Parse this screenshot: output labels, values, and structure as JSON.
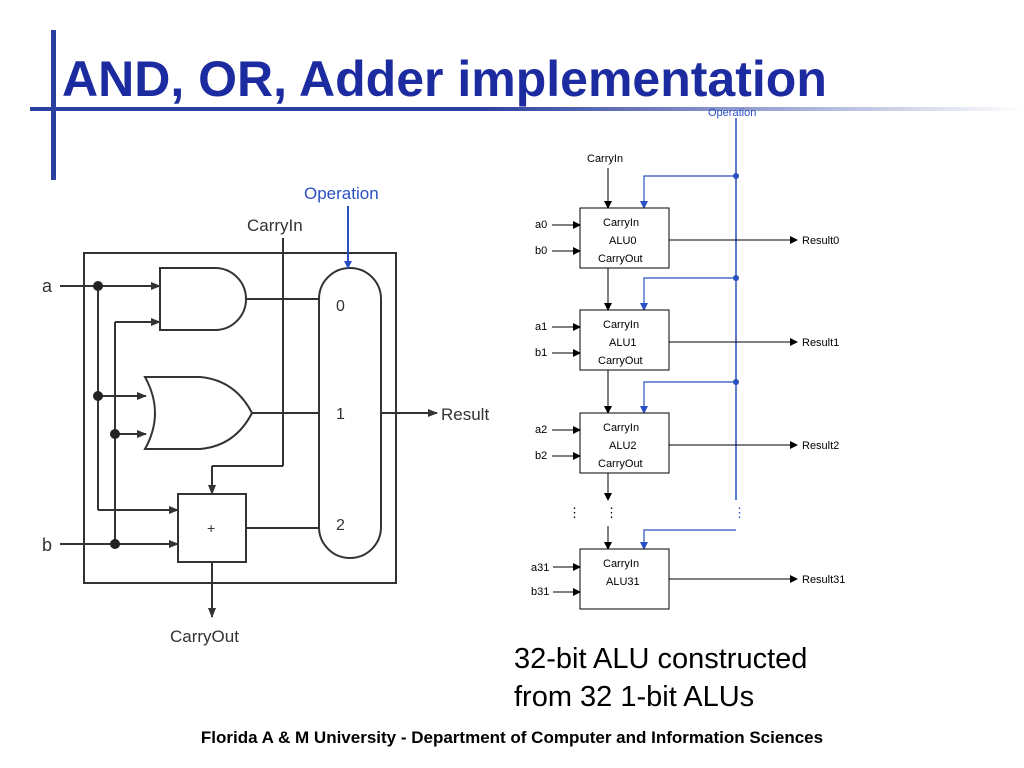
{
  "slide": {
    "title": "AND, OR, Adder implementation",
    "caption_line1": "32-bit ALU constructed",
    "caption_line2": "from 32 1-bit ALUs",
    "footer": "Florida A & M University - Department of Computer and Information Sciences"
  },
  "one_bit_alu": {
    "operation_label": "Operation",
    "carry_in_label": "CarryIn",
    "carry_out_label": "CarryOut",
    "input_a": "a",
    "input_b": "b",
    "mux_inputs": [
      "0",
      "1",
      "2"
    ],
    "adder_symbol": "+",
    "result_label": "Result"
  },
  "ripple_alu": {
    "operation_label": "Operation",
    "carry_in_label": "CarryIn",
    "ellipsis": "⋮",
    "stages": [
      {
        "a": "a0",
        "b": "b0",
        "carry_in": "CarryIn",
        "name": "ALU0",
        "carry_out": "CarryOut",
        "result": "Result0"
      },
      {
        "a": "a1",
        "b": "b1",
        "carry_in": "CarryIn",
        "name": "ALU1",
        "carry_out": "CarryOut",
        "result": "Result1"
      },
      {
        "a": "a2",
        "b": "b2",
        "carry_in": "CarryIn",
        "name": "ALU2",
        "carry_out": "CarryOut",
        "result": "Result2"
      },
      {
        "a": "a31",
        "b": "b31",
        "carry_in": "CarryIn",
        "name": "ALU31",
        "result": "Result31"
      }
    ]
  },
  "colors": {
    "title": "#1c2ba0",
    "accent_bar": "#2b3f9e",
    "operation_blue": "#2a4fc2",
    "line": "#000000",
    "left_diagram_text": "#333333"
  }
}
